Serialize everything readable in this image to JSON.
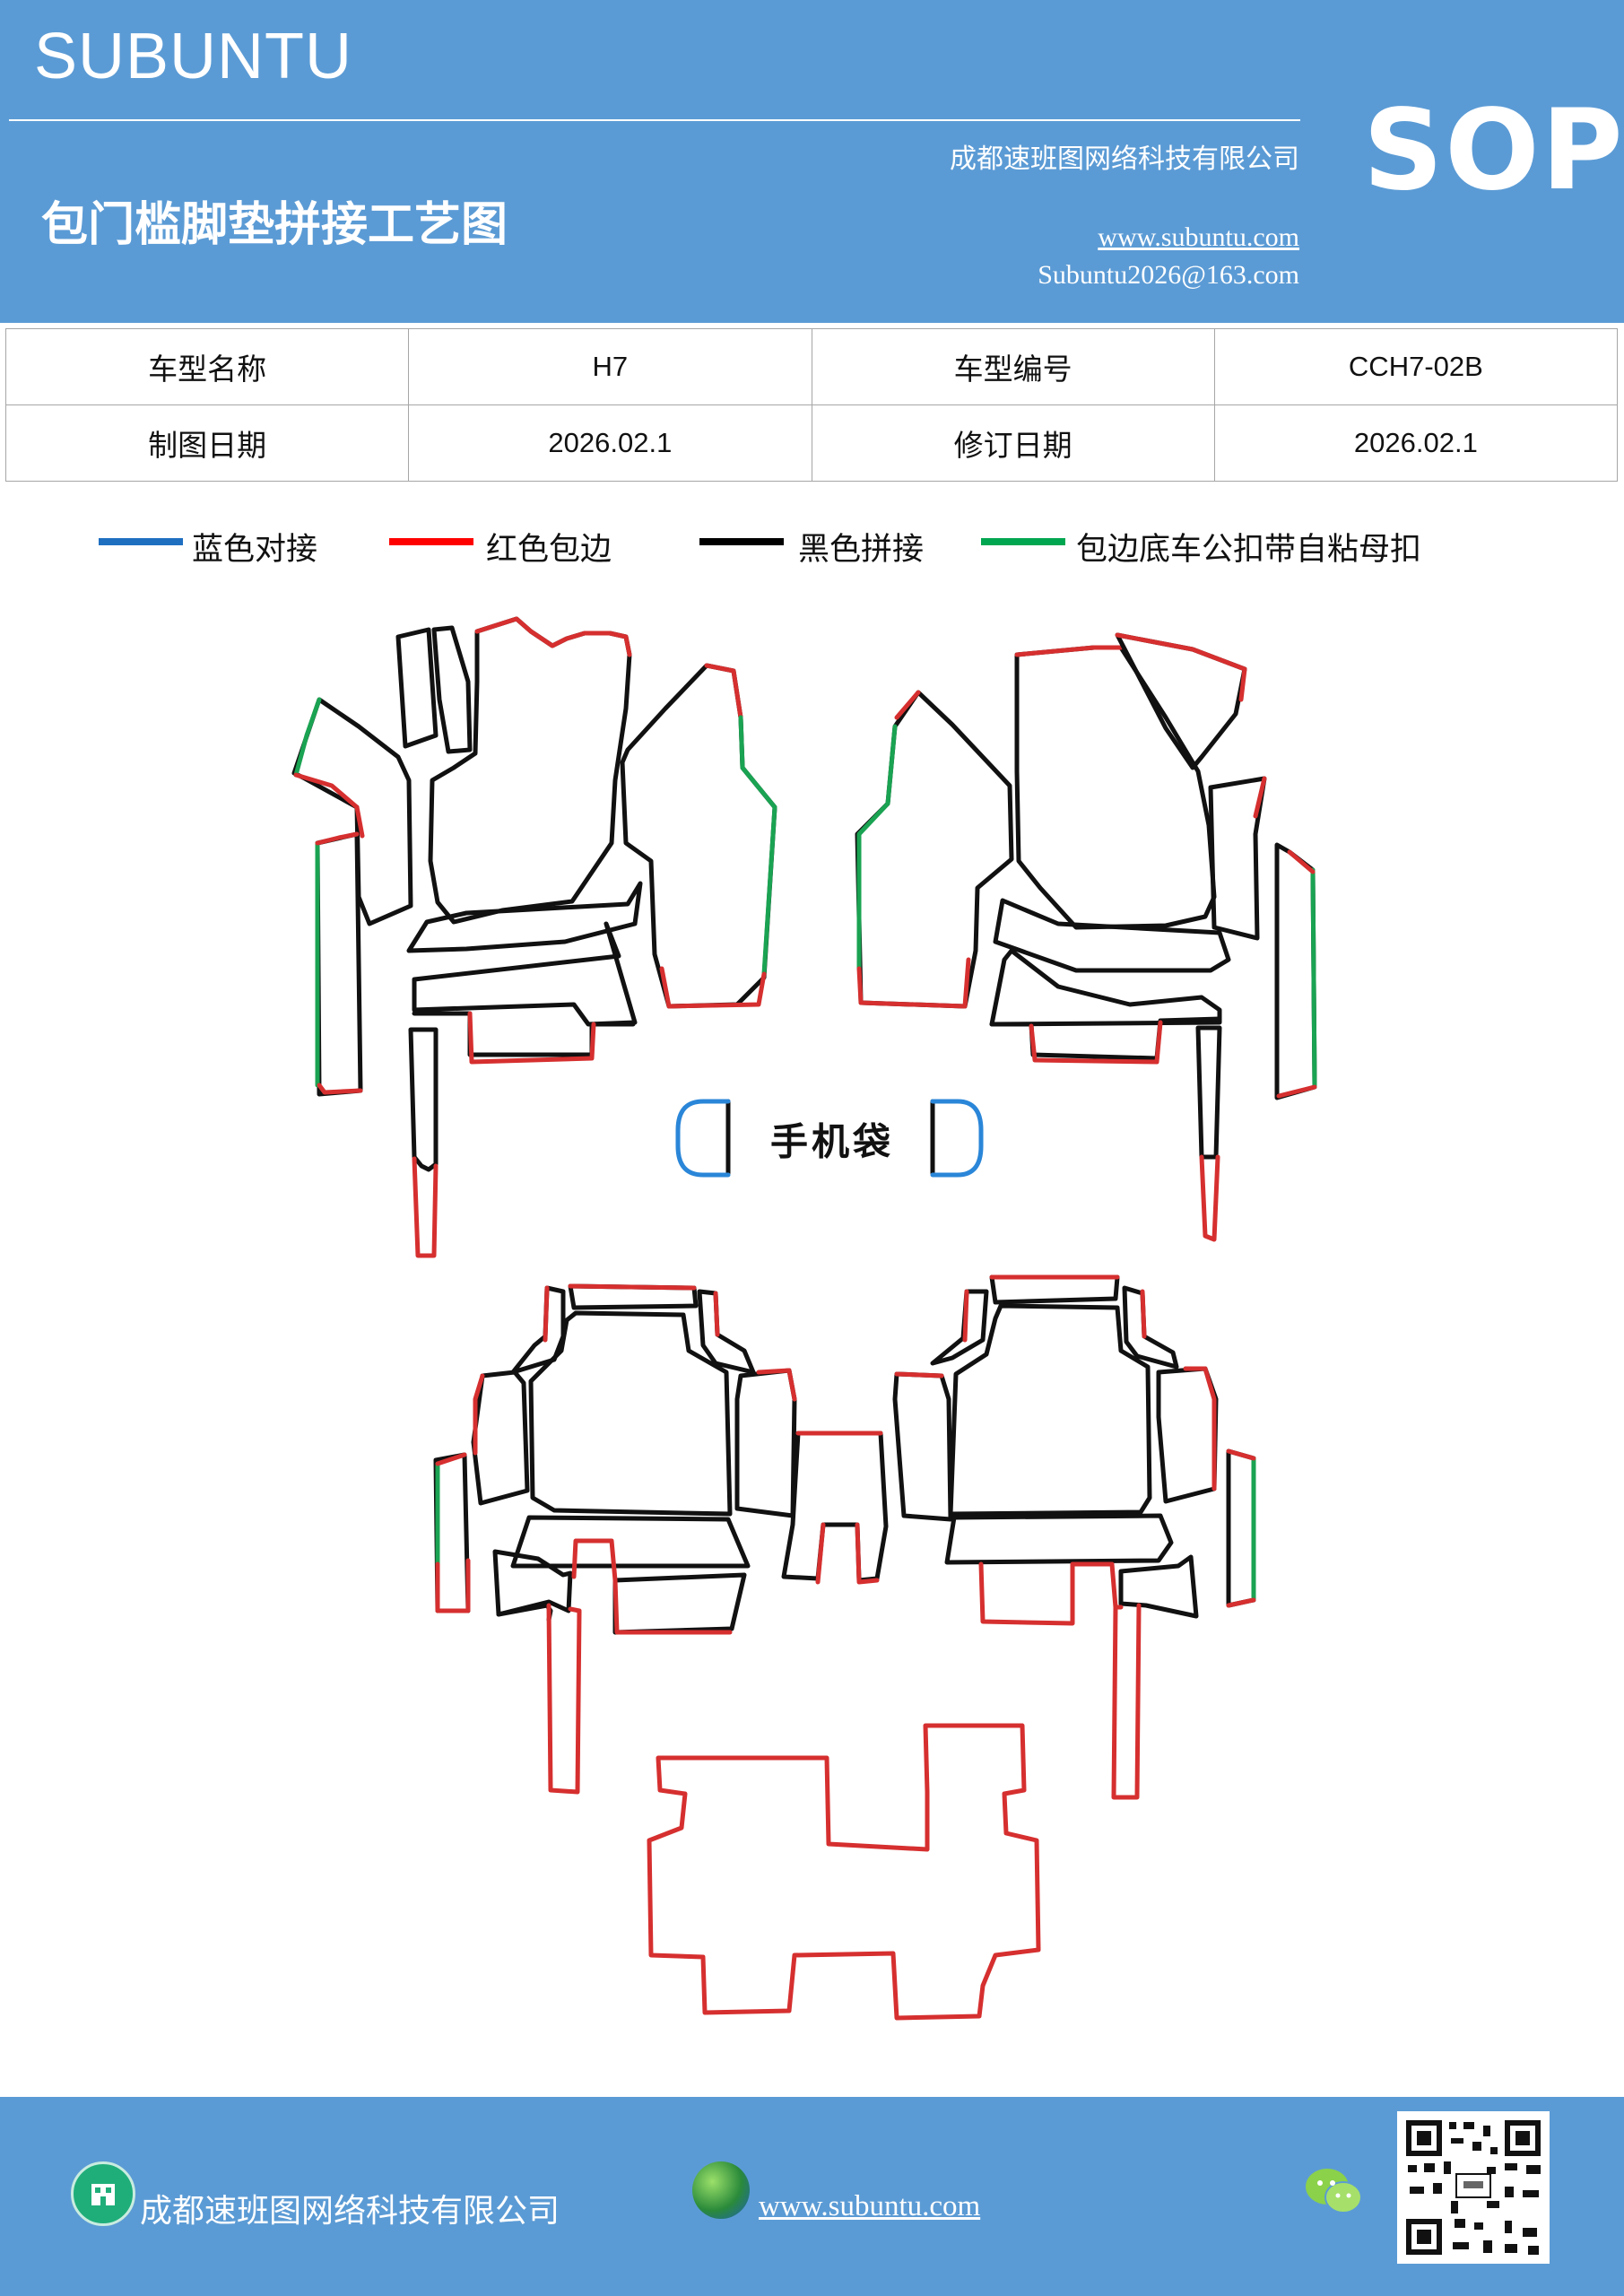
{
  "header": {
    "brand": "SUBUNTU",
    "title": "包门槛脚垫拼接工艺图",
    "company": "成都速班图网络科技有限公司",
    "website": "www.subuntu.com",
    "email": "Subuntu2026@163.com",
    "badge": "SOP"
  },
  "info_table": {
    "rows": [
      [
        "车型名称",
        "H7",
        "车型编号",
        "CCH7-02B"
      ],
      [
        "制图日期",
        "2026.02.1",
        "修订日期",
        "2026.02.1"
      ]
    ]
  },
  "legend": [
    {
      "label": "蓝色对接",
      "color": "#1f6fc1"
    },
    {
      "label": "红色包边",
      "color": "#ff0000"
    },
    {
      "label": "黑色拼接",
      "color": "#000000"
    },
    {
      "label": "包边底车公扣带自粘母扣",
      "color": "#00a650"
    }
  ],
  "diagram": {
    "phone_pocket_label": "手机袋",
    "stroke_colors": {
      "black": "#111111",
      "red": "#d62f2f",
      "green": "#1aa352",
      "blue": "#2a86d8"
    }
  },
  "footer": {
    "company": "成都速班图网络科技有限公司",
    "website": "www.subuntu.com"
  },
  "icons": {
    "footer_company": "building-icon",
    "footer_web": "globe-icon",
    "footer_wechat": "wechat-icon",
    "footer_qr": "qr-code-icon"
  }
}
